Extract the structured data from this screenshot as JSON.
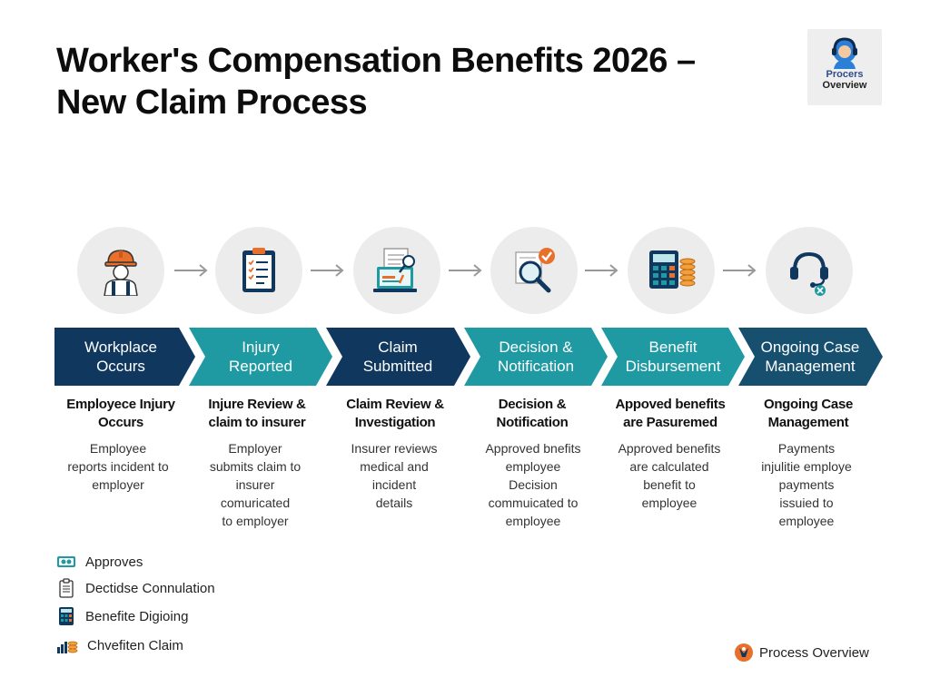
{
  "title": {
    "line1": "Worker's Compensation Benefits 2026 –",
    "line2": "New Claim Process"
  },
  "badge": {
    "icon": "agent-headset-icon",
    "line1": "Procers",
    "line2": "Overview"
  },
  "steps": [
    {
      "icon": "worker-hardhat-icon",
      "chevron_label": "Workplace\nOccurs",
      "title": "Employece Injury\nOccurs",
      "description": "Employee\nreports incident to\nemployer"
    },
    {
      "icon": "clipboard-checklist-icon",
      "chevron_label": "Injury\nReported",
      "title": "Injure Review &\nclaim to insurer",
      "description": "Employer\nsubmits claim to\ninsurer\ncomuricated\nto employer"
    },
    {
      "icon": "laptop-document-icon",
      "chevron_label": "Claim\nSubmitted",
      "title": "Claim Review &\nInvestigation",
      "description": "Insurer reviews\nmedical and\nincident\ndetails"
    },
    {
      "icon": "magnifier-check-icon",
      "chevron_label": "Decision &\nNotification",
      "title": "Decision &\nNotification",
      "description": "Approved bnefits\nemployee\nDecision\ncommuicated to\nemployee"
    },
    {
      "icon": "calculator-coins-icon",
      "chevron_label": "Benefit\nDisbursement",
      "title": "Appoved benefits\nare Pasuremed",
      "description": "Approved benefits\nare calculated\nbenefit to\nemployee"
    },
    {
      "icon": "headset-support-icon",
      "chevron_label": "Ongoing Case\nManagement",
      "title": "Ongoing Case\nManagement",
      "description": "Payments\ninjulitie employe\npayments\nissuied to\nemployee"
    }
  ],
  "chevron_colors": [
    "#10385e",
    "#1f9aa3",
    "#10385e",
    "#1f9aa3",
    "#1f9aa3",
    "#17506f"
  ],
  "legend": [
    {
      "icon": "cash-icon",
      "label": "Approves"
    },
    {
      "icon": "clipboard-icon",
      "label": "Dectidse Connulation"
    },
    {
      "icon": "calculator-icon",
      "label": "Benefite Digioing"
    },
    {
      "icon": "chart-coins-icon",
      "label": "Chvefiten Claim"
    }
  ],
  "footer": {
    "icon": "process-logo-icon",
    "label": "Process Overview"
  },
  "colors": {
    "navy": "#10385e",
    "teal": "#1f9aa3",
    "orange": "#e8702a",
    "icon_bg": "#ececec"
  }
}
